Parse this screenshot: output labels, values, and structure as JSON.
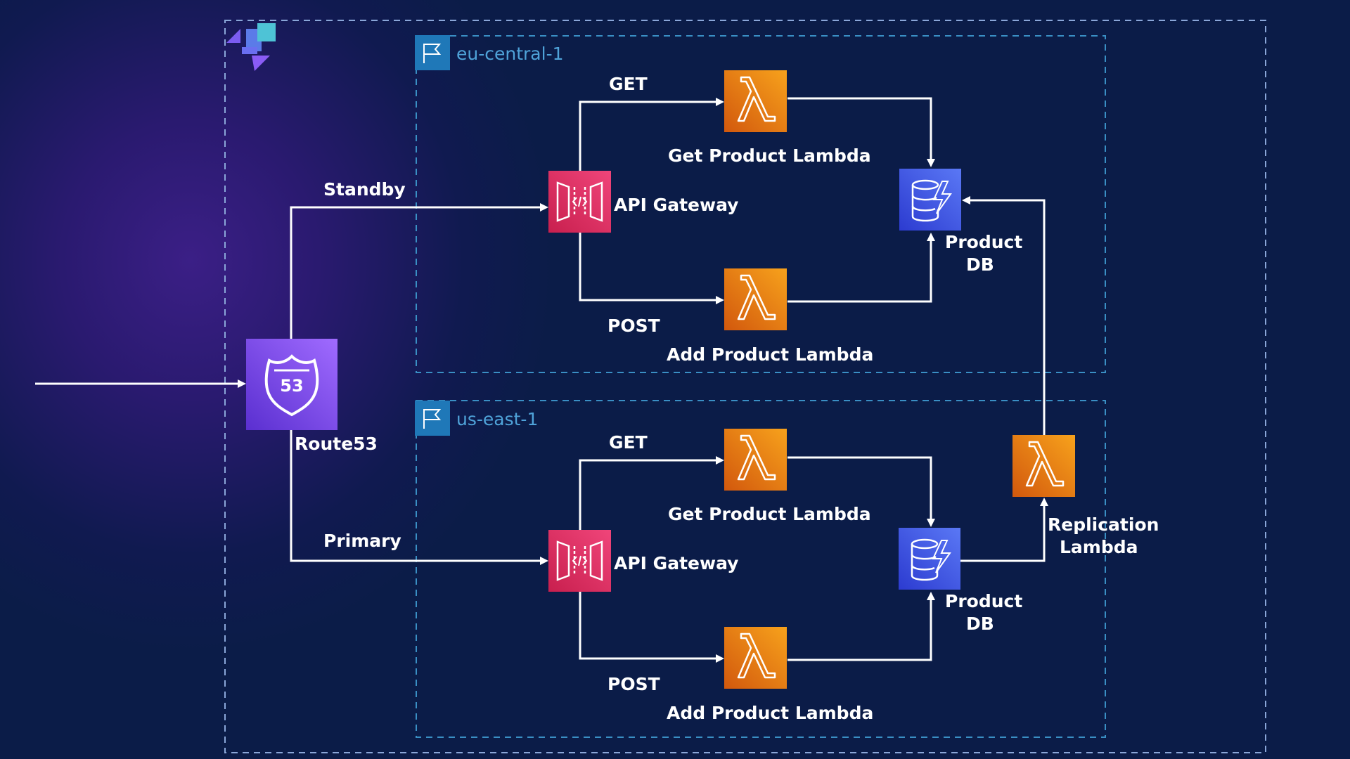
{
  "regions": {
    "eu": {
      "label": "eu-central-1"
    },
    "us": {
      "label": "us-east-1"
    }
  },
  "route53": {
    "label": "Route53"
  },
  "routing": {
    "standby_label": "Standby",
    "primary_label": "Primary"
  },
  "eu": {
    "api_gateway_label": "API Gateway",
    "get_label": "GET",
    "post_label": "POST",
    "get_lambda_label": "Get Product Lambda",
    "add_lambda_label": "Add Product Lambda",
    "db_label_line1": "Product",
    "db_label_line2": "DB"
  },
  "us": {
    "api_gateway_label": "API Gateway",
    "get_label": "GET",
    "post_label": "POST",
    "get_lambda_label": "Get Product Lambda",
    "add_lambda_label": "Add Product Lambda",
    "db_label_line1": "Product",
    "db_label_line2": "DB"
  },
  "replication": {
    "label_line1": "Replication",
    "label_line2": "Lambda"
  },
  "colors": {
    "background": "#0b1c48",
    "region_border": "#3a8fc4",
    "outer_border": "#8aa6d8",
    "lambda_orange": "#f08c1a",
    "api_gateway_pink": "#e1306c",
    "route53_purple": "#8a4ff0",
    "dynamodb_blue": "#3b4fe0"
  },
  "icons": {
    "logo": "stacked-squares-logo-icon",
    "region": "flag-icon",
    "lambda": "lambda-icon",
    "api_gateway": "api-gateway-icon",
    "route53": "route53-shield-icon",
    "database": "dynamodb-icon"
  }
}
